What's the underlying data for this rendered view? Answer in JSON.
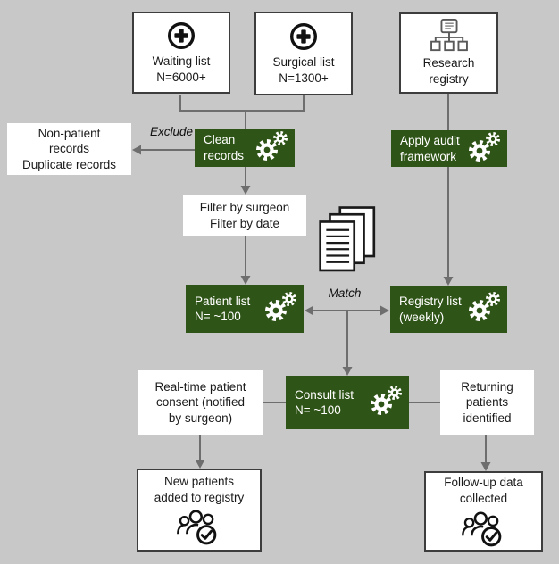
{
  "diagram": {
    "background_color": "#c8c8c8",
    "colors": {
      "process_fill": "#2f5417",
      "process_text": "#ffffff",
      "box_fill": "#ffffff",
      "box_border": "#3d3d3d",
      "connector": "#6e6e6e",
      "text": "#1a1a1a"
    },
    "nodes": {
      "waiting_list": {
        "lines": [
          "Waiting list",
          "N=6000+"
        ],
        "icon": "add-circle-icon"
      },
      "surgical_list": {
        "lines": [
          "Surgical list",
          "N=1300+"
        ],
        "icon": "add-circle-icon"
      },
      "research_registry": {
        "lines": [
          "Research",
          "registry"
        ],
        "icon": "hierarchy-icon"
      },
      "non_patient_records": {
        "lines": [
          "Non-patient",
          "records",
          "Duplicate records"
        ]
      },
      "clean_records": {
        "lines": [
          "Clean",
          "records"
        ],
        "icon": "gears-icon"
      },
      "apply_audit": {
        "lines": [
          "Apply audit",
          "framework"
        ],
        "icon": "gears-icon"
      },
      "filter": {
        "lines": [
          "Filter by surgeon",
          "Filter by date"
        ]
      },
      "documents": {
        "icon": "documents-icon"
      },
      "patient_list": {
        "lines": [
          "Patient list",
          "N= ~100"
        ],
        "icon": "gears-icon"
      },
      "registry_list": {
        "lines": [
          "Registry list",
          "(weekly)"
        ],
        "icon": "gears-icon"
      },
      "consult_list": {
        "lines": [
          "Consult list",
          "N= ~100"
        ],
        "icon": "gears-icon"
      },
      "real_time_consent": {
        "lines": [
          "Real-time patient",
          "consent (notified",
          "by surgeon)"
        ]
      },
      "returning_patients": {
        "lines": [
          "Returning",
          "patients",
          "identified"
        ]
      },
      "new_patients": {
        "lines": [
          "New patients",
          "added to registry"
        ],
        "icon": "people-check-icon"
      },
      "follow_up": {
        "lines": [
          "Follow-up data",
          "collected"
        ],
        "icon": "people-check-icon"
      }
    },
    "edge_labels": {
      "exclude": "Exclude",
      "match": "Match"
    }
  }
}
